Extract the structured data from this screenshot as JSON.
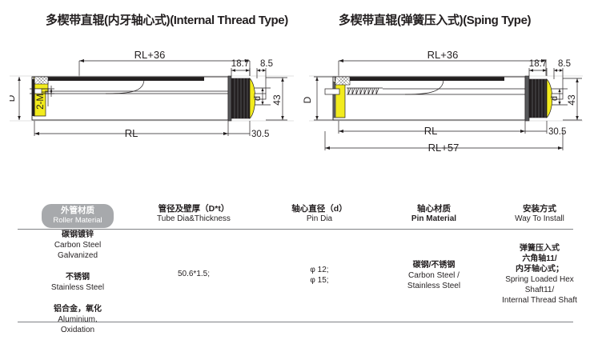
{
  "titles": {
    "left": "多楔带直辊(内牙轴心式)(Internal Thread Type)",
    "right": "多楔带直辊(弹簧压入式)(Sping Type)"
  },
  "drawings": {
    "left": {
      "name": "internal-thread-type-roller-drawing",
      "dimensions": {
        "overall_top": "RL+36",
        "body": "RL",
        "hub_width": "18.7",
        "end_width": "8.5",
        "end_total": "30.5",
        "outer_dia": "D",
        "pin_dia": "d",
        "flange_dia": "43",
        "thread": "2-M"
      }
    },
    "right": {
      "name": "spring-type-roller-drawing",
      "dimensions": {
        "overall_top": "RL+36",
        "body": "RL",
        "overall_bottom": "RL+57",
        "hub_width": "18.7",
        "end_width": "8.5",
        "end_total": "30.5",
        "outer_dia": "D",
        "pin_dia": "d",
        "flange_dia": "43"
      }
    }
  },
  "spec_table": {
    "headers": [
      {
        "cn": "外管材质",
        "en": "Roller Material"
      },
      {
        "cn": "管径及壁厚（D*t）",
        "en": "Tube Dia&Thickness"
      },
      {
        "cn": "轴心直径（d）",
        "en": "Pin Dia"
      },
      {
        "cn": "轴心材质",
        "en": "Pin Material"
      },
      {
        "cn": "安装方式",
        "en": "Way To Install"
      }
    ],
    "roller_material": [
      {
        "cn": "碳钢镀锌",
        "en1": "Carbon Steel",
        "en2": "Galvanized"
      },
      {
        "cn": "不锈钢",
        "en1": "Stainless Steel",
        "en2": ""
      },
      {
        "cn": "铝合金，氧化",
        "en1": "Aluminium,",
        "en2": "Oxidation"
      }
    ],
    "tube_dia": "50.6*1.5;",
    "pin_dia": [
      "φ 12;",
      "φ 15;"
    ],
    "pin_material": {
      "cn": "碳钢/不锈钢",
      "en1": "Carbon Steel /",
      "en2": "Stainless Steel"
    },
    "way_to_install": {
      "cn1": "弹簧压入式",
      "cn2": "六角轴11/",
      "cn3": "内牙轴心式；",
      "en1": "Spring Loaded Hex",
      "en2": "Shaft11/",
      "en3": "Internal Thread Shaft"
    }
  },
  "colors": {
    "line": "#231f20",
    "rule": "#808285",
    "pill": "#a7a9ac",
    "accent_yellow": "#f2eb1d",
    "bearing_dark": "#231f20"
  }
}
